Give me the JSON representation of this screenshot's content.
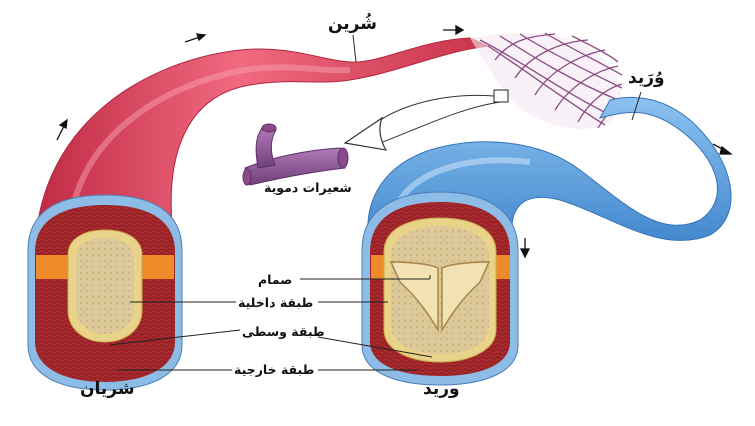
{
  "labels": {
    "arteriole": "شُرين",
    "venule": "وُرَيد",
    "capillaries": "شعيرات دموية",
    "valve": "صمام",
    "inner_layer": "طبقة داخلية",
    "middle_layer": "طبقة وسطى",
    "outer_layer": "طبقة خارجية",
    "artery": "شريان",
    "vein": "وريد"
  },
  "colors": {
    "artery_red": "#e0455e",
    "vein_blue": "#4d93d6",
    "muscle": "#a8292d",
    "inner_lining": "#e6cf82",
    "orange_band": "#ef8a2b",
    "capillary": "#7a4a7a"
  }
}
